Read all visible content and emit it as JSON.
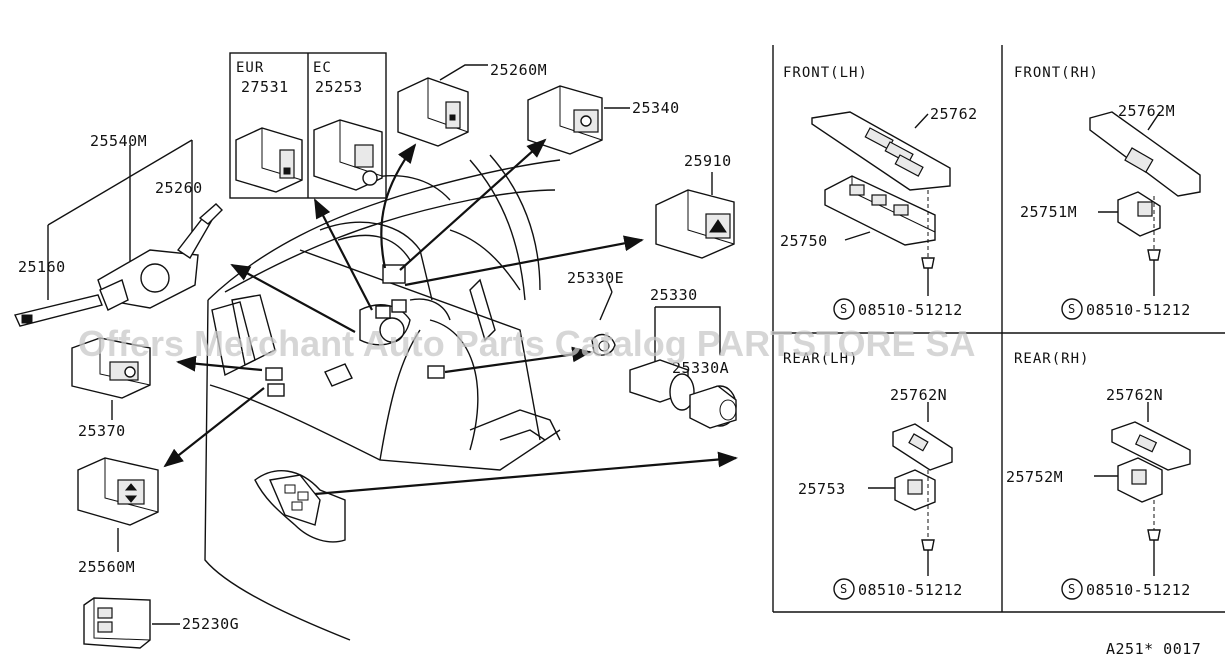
{
  "watermark": "Offers Merchant Auto Parts Catalog PARTSTORE SA",
  "sheet_code": "A251* 0017",
  "inset": {
    "left_header": "EUR",
    "right_header": "EC",
    "left_part": "27531",
    "right_part": "25253"
  },
  "panels": {
    "front_lh": "FRONT(LH)",
    "front_rh": "FRONT(RH)",
    "rear_lh": "REAR(LH)",
    "rear_rh": "REAR(RH)"
  },
  "screw_symbol": "S",
  "parts": {
    "p25540m": "25540M",
    "p25260": "25260",
    "p25160": "25160",
    "p25370": "25370",
    "p25560m": "25560M",
    "p25230g": "25230G",
    "p25260m": "25260M",
    "p25340": "25340",
    "p25910": "25910",
    "p25330e": "25330E",
    "p25330": "25330",
    "p25330a": "25330A",
    "fl_25762": "25762",
    "fl_25750": "25750",
    "fl_screw": "08510-51212",
    "fr_25762m": "25762M",
    "fr_25751m": "25751M",
    "fr_screw": "08510-51212",
    "rl_25762n": "25762N",
    "rl_25753": "25753",
    "rl_screw": "08510-51212",
    "rr_25762n": "25762N",
    "rr_25752m": "25752M",
    "rr_screw": "08510-51212"
  }
}
